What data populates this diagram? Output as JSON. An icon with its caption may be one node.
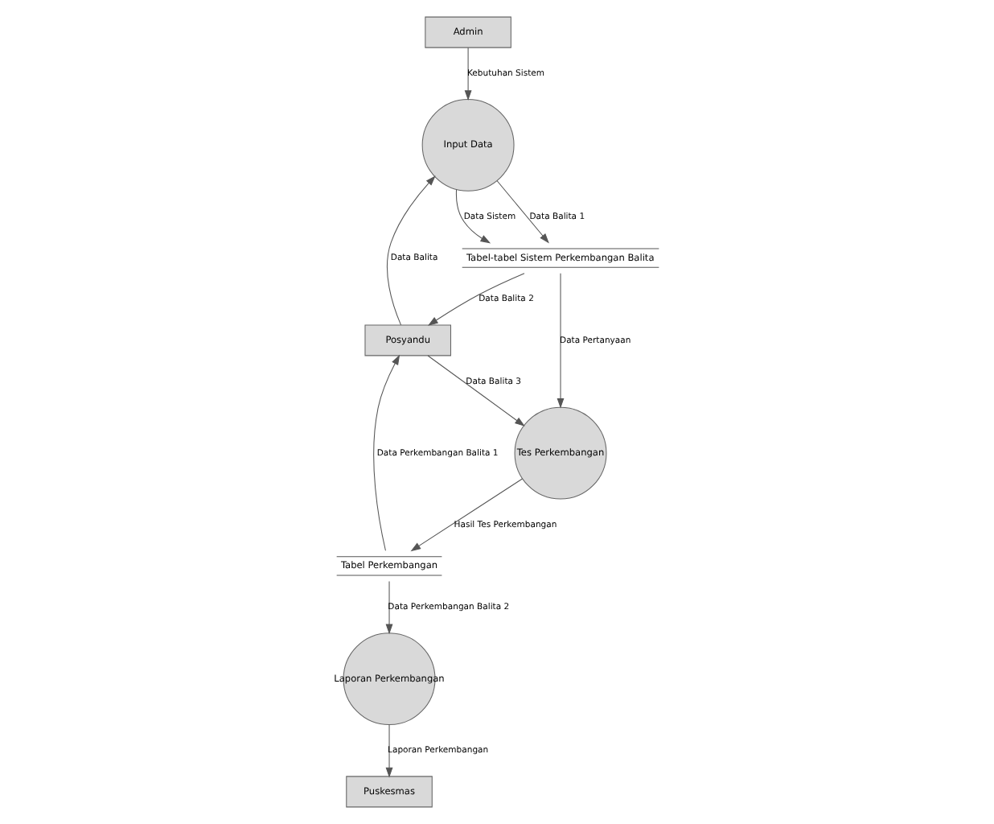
{
  "diagram": {
    "nodes": [
      {
        "text": [
          "Admin"
        ]
      },
      {
        "text": [
          "Posyandu"
        ]
      },
      {
        "text": [
          "Input Data"
        ]
      },
      {
        "text": [
          "Tes Perkembangan"
        ]
      },
      {
        "text": [
          "Puskesmas"
        ]
      },
      {
        "text": [
          "Tabel-tabel Sistem Perkembangan Balita"
        ]
      },
      {
        "text": [
          "Tabel Perkembangan"
        ]
      },
      {
        "text": [
          "Laporan Perkembangan"
        ]
      }
    ],
    "edges": [
      {
        "from": 0,
        "to": 2,
        "arrow": "to",
        "label": "Kebutuhan Sistem"
      },
      {
        "from": 1,
        "to": 2,
        "arrow": "to",
        "label": "Data Balita"
      },
      {
        "from": 5,
        "to": 1,
        "arrow": "to",
        "label": "Data Balita 2"
      },
      {
        "from": 1,
        "to": 3,
        "arrow": "to",
        "label": "Data Balita 3"
      },
      {
        "from": 6,
        "to": 1,
        "arrow": "to",
        "label": "Data Perkembangan Balita 1"
      },
      {
        "from": 7,
        "to": 4,
        "arrow": "to",
        "label": "Laporan Perkembangan"
      },
      {
        "from": 2,
        "to": 5,
        "arrow": "to",
        "label": "Data Sistem"
      },
      {
        "from": 2,
        "to": 5,
        "arrow": "to",
        "label": "Data Balita 1"
      },
      {
        "from": 5,
        "to": 3,
        "arrow": "to",
        "label": "Data Pertanyaan"
      },
      {
        "from": 3,
        "to": 6,
        "arrow": "to",
        "label": "Hasil Tes Perkembangan"
      },
      {
        "from": 6,
        "to": 7,
        "arrow": "to",
        "label": "Data Perkembangan Balita 2"
      }
    ]
  }
}
